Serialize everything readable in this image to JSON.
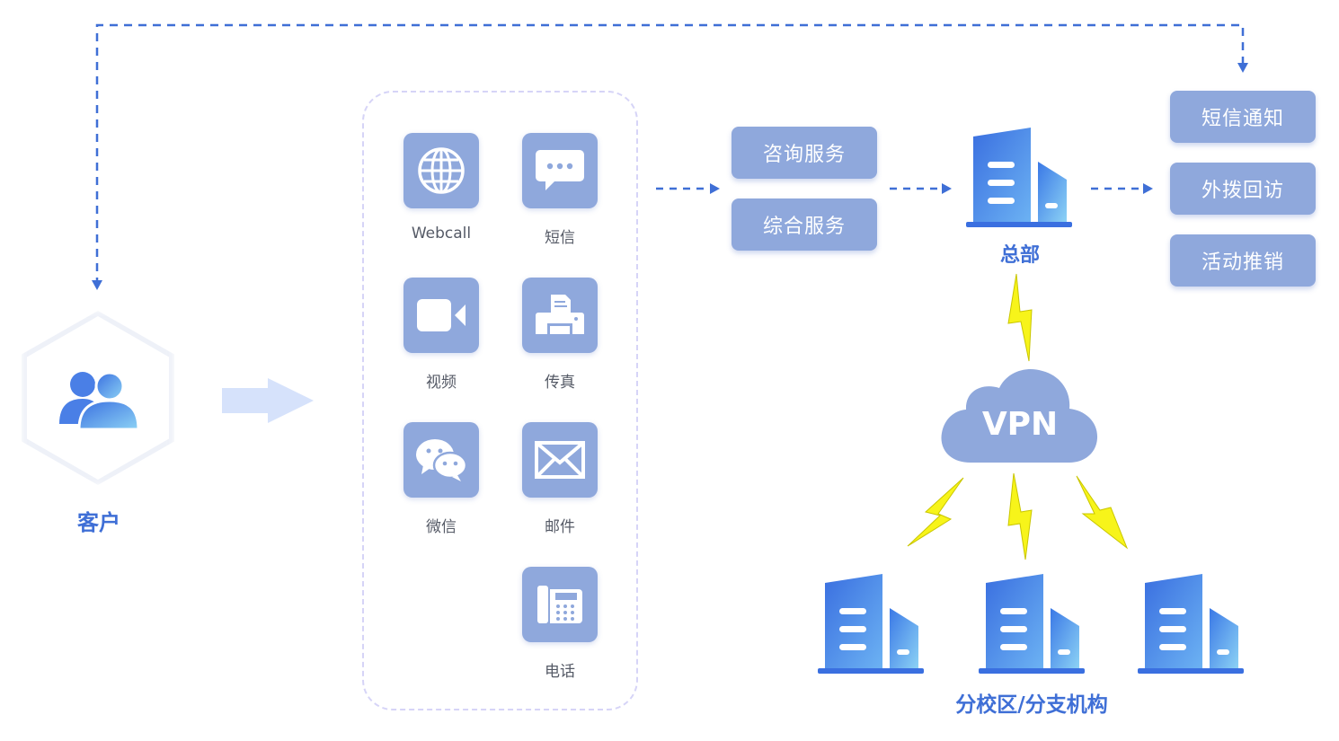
{
  "customer": {
    "label": "客户",
    "icon": "users-icon"
  },
  "channels": [
    {
      "label": "Webcall",
      "icon": "globe-icon"
    },
    {
      "label": "短信",
      "icon": "chat-bubble-icon"
    },
    {
      "label": "视频",
      "icon": "video-camera-icon"
    },
    {
      "label": "传真",
      "icon": "fax-icon"
    },
    {
      "label": "微信",
      "icon": "wechat-icon"
    },
    {
      "label": "邮件",
      "icon": "mail-icon"
    },
    {
      "label": "电话",
      "icon": "telephone-icon"
    }
  ],
  "services": [
    {
      "label": "咨询服务"
    },
    {
      "label": "综合服务"
    }
  ],
  "headquarters": {
    "label": "总部",
    "icon": "building-icon"
  },
  "outputs": [
    {
      "label": "短信通知"
    },
    {
      "label": "外拨回访"
    },
    {
      "label": "活动推销"
    }
  ],
  "vpn": {
    "label": "VPN",
    "icon": "cloud-icon"
  },
  "branches": {
    "label": "分校区/分支机构",
    "icon": "building-icon"
  },
  "colors": {
    "primary_blue": "#3f6fd6",
    "tile_blue": "#8fa8dc",
    "lightning_yellow": "#f7f41a",
    "cloud_blue": "#8fa8dc",
    "dashed_border": "#d6d4f7",
    "big_arrow": "#d6e2fb"
  }
}
